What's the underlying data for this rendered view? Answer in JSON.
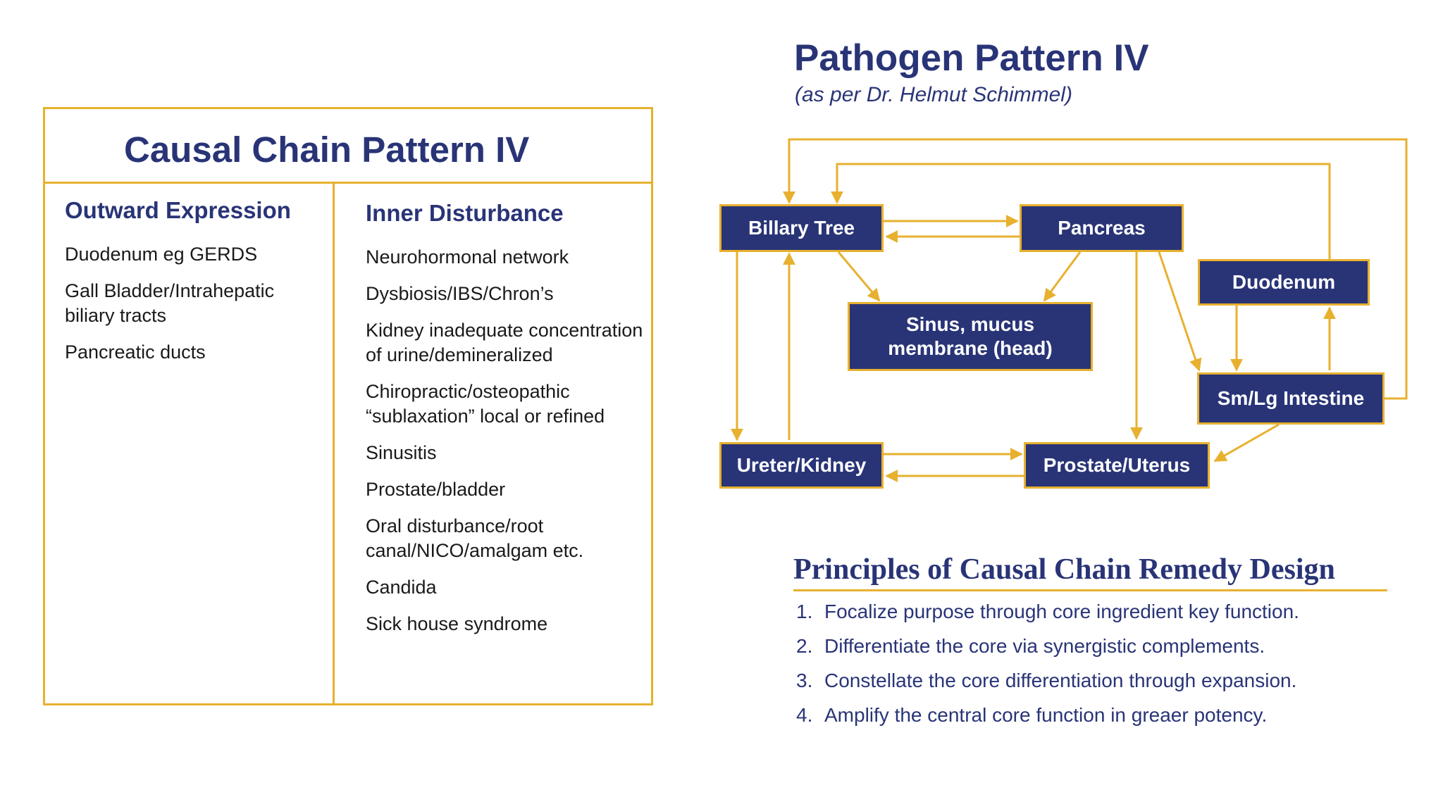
{
  "causal_chain": {
    "title": "Causal Chain Pattern IV",
    "outward": {
      "heading": "Outward Expression",
      "items": [
        "Duodenum eg GERDS",
        "Gall Bladder/Intrahepatic biliary tracts",
        "Pancreatic ducts"
      ]
    },
    "inner": {
      "heading": "Inner Disturbance",
      "items": [
        "Neurohormonal network",
        "Dysbiosis/IBS/Chron’s",
        "Kidney inadequate concentration of urine/demineralized",
        "Chiropractic/osteopathic “sublaxation” local or refined",
        "Sinusitis",
        "Prostate/bladder",
        "Oral disturbance/root canal/NICO/amalgam etc.",
        "Candida",
        "Sick house syndrome"
      ]
    }
  },
  "pathogen": {
    "title": "Pathogen Pattern IV",
    "subtitle": "(as per Dr. Helmut Schimmel)",
    "nodes": {
      "billary_tree": "Billary Tree",
      "pancreas": "Pancreas",
      "duodenum": "Duodenum",
      "sinus": "Sinus, mucus membrane (head)",
      "intestine": "Sm/Lg Intestine",
      "ureter_kidney": "Ureter/Kidney",
      "prostate_uterus": "Prostate/Uterus"
    }
  },
  "principles": {
    "title": "Principles of Causal Chain Remedy Design",
    "items": [
      {
        "num": "1.",
        "text": "Focalize purpose through core ingredient key function."
      },
      {
        "num": "2.",
        "text": "Differentiate the core via synergistic complements."
      },
      {
        "num": "3.",
        "text": "Constellate the core differentiation through expansion."
      },
      {
        "num": "4.",
        "text": "Amplify the central core function in greaer potency."
      }
    ]
  },
  "colors": {
    "navy": "#293477",
    "gold": "#e7b12f"
  }
}
